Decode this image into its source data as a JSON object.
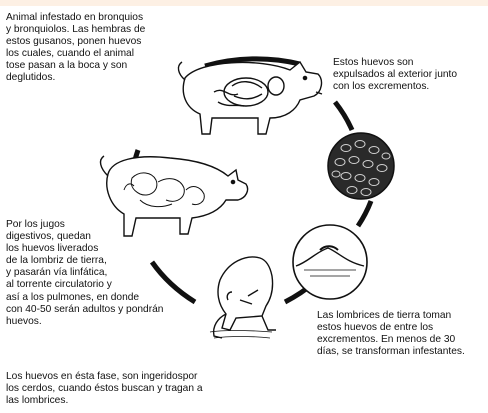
{
  "captions": {
    "stage1": "Animal infestado en bronquios\ny bronquiolos. Las hembras de\nestos gusanos, ponen huevos\nlos cuales, cuando el animal\ntose pasan a la boca y son\ndeglutidos.",
    "stage2": "Estos huevos son\nexpulsados al exterior junto\ncon los excrementos.",
    "stage3": "Por los jugos\ndigestivos, quedan\nlos huevos liverados\nde la lombriz de tierra,\ny pasarán vía linfática,\nal torrente circulatorio y\nasí a los pulmones, en donde\ncon 40-50 serán adultos y pondrán\nhuevos.",
    "stage4": "Las lombrices de tierra toman\nestos huevos de entre los\nexcrementos. En menos de 30\ndías, se transforman infestantes.",
    "stage5": "Los huevos en ésta fase, son ingeridospor\nlos cerdos, cuando éstos buscan y tragan a\nlas lombrices."
  },
  "illustrations": [
    "pig-with-lungs-icon",
    "egg-mass-icon",
    "earthworm-mound-icon",
    "pig-rooting-icon",
    "pig-digestive-icon"
  ],
  "colors": {
    "ink": "#111111",
    "background": "#ffffff",
    "top_strip": "#fdf0e4"
  }
}
